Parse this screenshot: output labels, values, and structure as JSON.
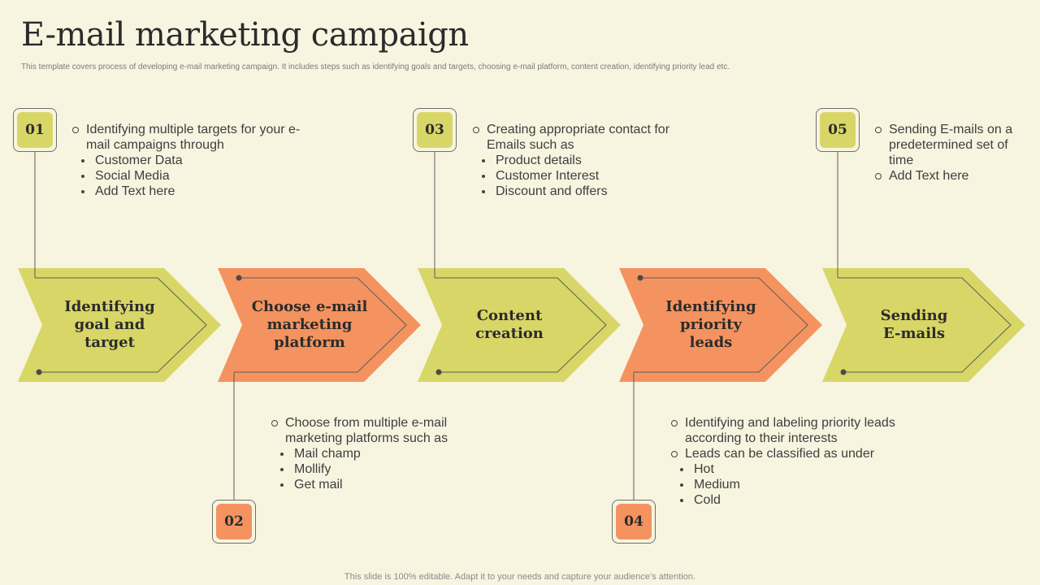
{
  "header": {
    "title": "E-mail marketing campaign",
    "subtitle": "This template covers process of developing e-mail marketing campaign. It includes steps such as identifying goals and targets, choosing e-mail platform, content creation, identifying priority lead etc."
  },
  "colors": {
    "background": "#f7f5e0",
    "yellow": "#d8d667",
    "orange": "#f4935f",
    "line": "#5c5c5c"
  },
  "steps": [
    {
      "number": "01",
      "label_lines": [
        "Identifying",
        "goal and",
        "target"
      ],
      "color": "yellow",
      "details": [
        {
          "text": "Identifying multiple targets for your e-mail campaigns through",
          "items": [
            "Customer Data",
            "Social Media",
            "Add Text here"
          ]
        }
      ]
    },
    {
      "number": "02",
      "label_lines": [
        "Choose e-mail",
        "marketing",
        "platform"
      ],
      "color": "orange",
      "details": [
        {
          "text": "Choose from multiple e-mail marketing platforms such as",
          "items": [
            "Mail champ",
            "Mollify",
            "Get mail"
          ]
        }
      ]
    },
    {
      "number": "03",
      "label_lines": [
        "Content",
        "creation"
      ],
      "color": "yellow",
      "details": [
        {
          "text": "Creating appropriate contact for Emails such as",
          "items": [
            "Product details",
            "Customer Interest",
            "Discount and offers"
          ]
        }
      ]
    },
    {
      "number": "04",
      "label_lines": [
        "Identifying",
        "priority",
        "leads"
      ],
      "color": "orange",
      "details": [
        {
          "text": "Identifying and labeling priority leads according to their interests",
          "items": []
        },
        {
          "text": "Leads can be classified as under",
          "items": [
            "Hot",
            "Medium",
            "Cold"
          ]
        }
      ]
    },
    {
      "number": "05",
      "label_lines": [
        "Sending",
        "E-mails"
      ],
      "color": "yellow",
      "details": [
        {
          "text": "Sending E-mails on a predetermined set of time",
          "items": []
        },
        {
          "text": "Add Text here",
          "items": []
        }
      ]
    }
  ],
  "footer": {
    "text": "This slide is 100% editable. Adapt it to your needs and capture your audience’s attention."
  }
}
